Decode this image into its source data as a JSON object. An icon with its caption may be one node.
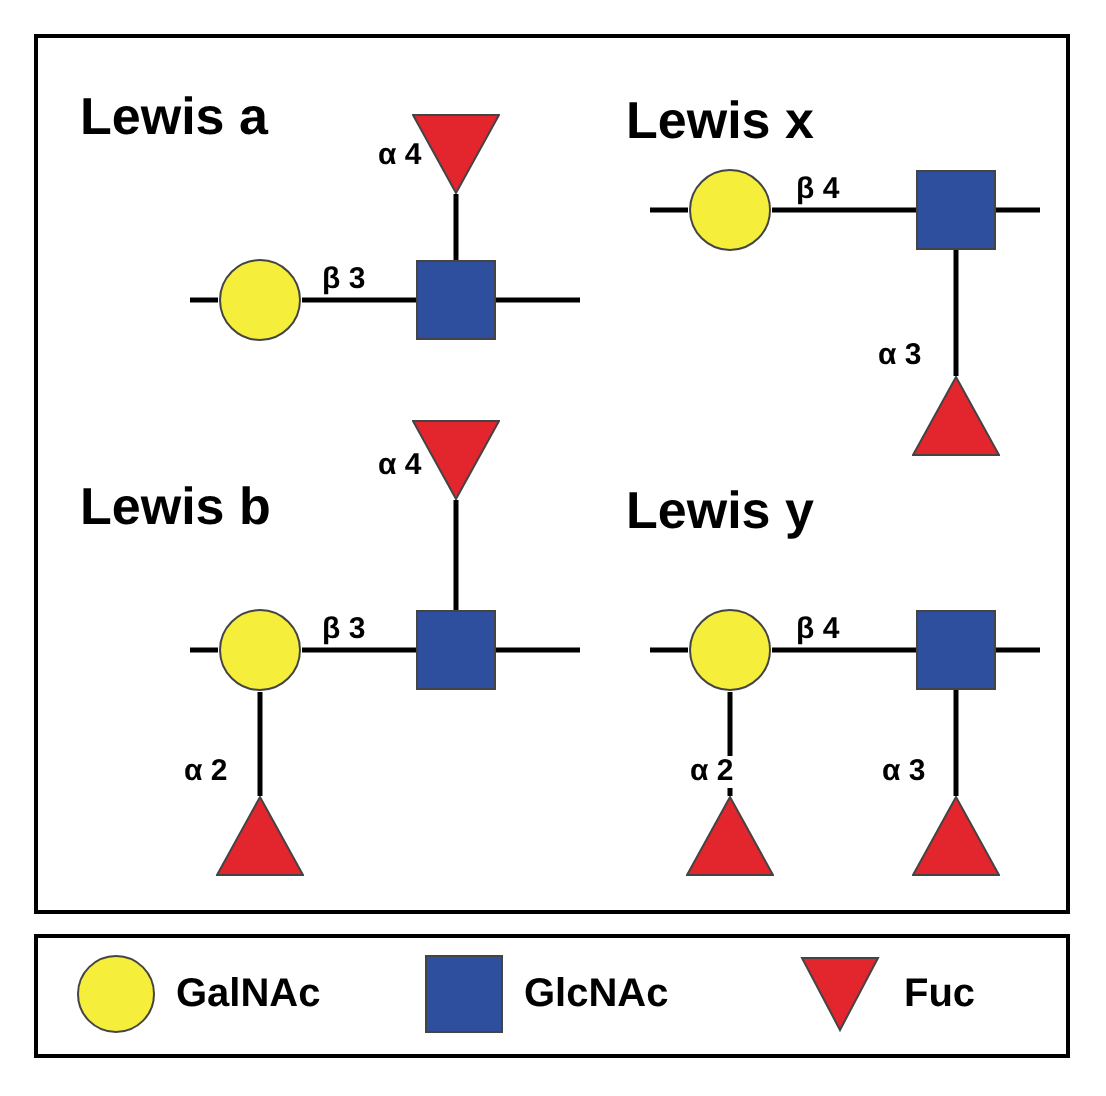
{
  "diagram": {
    "nodes": [
      {
        "text": [
          "Lewis a"
        ]
      },
      {
        "text": [],
        "shape": "circle",
        "in": 0
      },
      {
        "text": [],
        "shape": "box",
        "in": 0
      },
      {
        "text": [],
        "shape": "triangle",
        "in": 0
      },
      {
        "text": [
          "Lewis x"
        ]
      },
      {
        "text": [],
        "shape": "circle",
        "in": 4
      },
      {
        "text": [],
        "shape": "box",
        "in": 4
      },
      {
        "text": [],
        "shape": "triangle",
        "in": 4
      },
      {
        "text": [
          "Lewis b"
        ]
      },
      {
        "text": [],
        "shape": "triangle",
        "in": 8
      },
      {
        "text": [],
        "shape": "circle",
        "in": 8
      },
      {
        "text": [],
        "shape": "box",
        "in": 8
      },
      {
        "text": [],
        "shape": "triangle",
        "in": 8
      },
      {
        "text": [
          "Lewis y"
        ]
      },
      {
        "text": [],
        "shape": "circle",
        "in": 13
      },
      {
        "text": [],
        "shape": "box",
        "in": 13
      },
      {
        "text": [],
        "shape": "triangle",
        "in": 13
      },
      {
        "text": [],
        "shape": "triangle",
        "in": 13
      }
    ],
    "edges": [
      {
        "from": null,
        "to": 1,
        "arrow": "none"
      },
      {
        "from": 1,
        "to": 2,
        "arrow": "none",
        "label": "β 3"
      },
      {
        "from": 2,
        "to": null,
        "arrow": "none"
      },
      {
        "from": 3,
        "to": 2,
        "arrow": "none",
        "label": "α 4"
      },
      {
        "from": null,
        "to": 5,
        "arrow": "none"
      },
      {
        "from": 5,
        "to": 6,
        "arrow": "none",
        "label": "β 4"
      },
      {
        "from": 6,
        "to": null,
        "arrow": "none"
      },
      {
        "from": 6,
        "to": 7,
        "arrow": "none",
        "label": "α 3"
      },
      {
        "from": null,
        "to": 10,
        "arrow": "none"
      },
      {
        "from": 10,
        "to": 11,
        "arrow": "none",
        "label": "β 3"
      },
      {
        "from": 11,
        "to": null,
        "arrow": "none"
      },
      {
        "from": 9,
        "to": 11,
        "arrow": "none",
        "label": "α 4"
      },
      {
        "from": 10,
        "to": 12,
        "arrow": "none",
        "label": "α 2"
      },
      {
        "from": null,
        "to": 14,
        "arrow": "none"
      },
      {
        "from": 14,
        "to": 15,
        "arrow": "none",
        "label": "β 4"
      },
      {
        "from": 15,
        "to": null,
        "arrow": "none"
      },
      {
        "from": 14,
        "to": 16,
        "arrow": "none",
        "label": "α 2"
      },
      {
        "from": 15,
        "to": 17,
        "arrow": "none",
        "label": "α 3"
      }
    ],
    "legend": [
      {
        "text": "GalNAc",
        "color": "#f5ee3a"
      },
      {
        "text": "GlcNAc",
        "color": "#2d4f9e"
      },
      {
        "text": "Fuc",
        "color": "#e3252e"
      }
    ]
  }
}
